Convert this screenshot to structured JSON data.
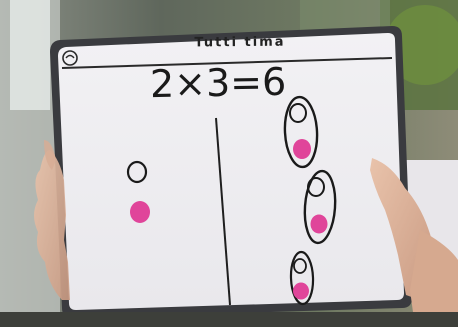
{
  "board": {
    "header": "Tutti tima",
    "equation": "2×3=6"
  },
  "groups": {
    "example": {
      "open_circles": 1,
      "dots": 1
    },
    "answer": {
      "group_count": 3,
      "dots_per_group": 1
    }
  },
  "colors": {
    "board": "#f1f0f2",
    "marker": "#1a1a1a",
    "dot": "#e0459a",
    "background": "#6d7566"
  }
}
